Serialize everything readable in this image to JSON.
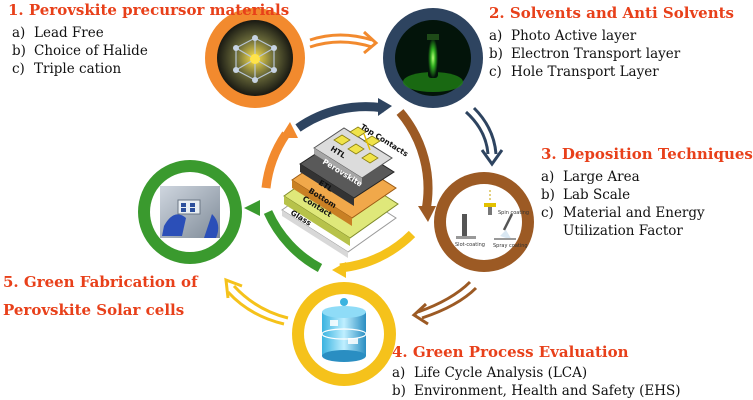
{
  "sections": [
    {
      "title": "1. Perovskite precursor materials",
      "items": [
        {
          "marker": "a)",
          "text": "Lead Free"
        },
        {
          "marker": "b)",
          "text": "Choice of Halide"
        },
        {
          "marker": "c)",
          "text": "Triple cation"
        }
      ]
    },
    {
      "title": "2. Solvents and Anti Solvents",
      "items": [
        {
          "marker": "a)",
          "text": "Photo Active layer"
        },
        {
          "marker": "b)",
          "text": "Electron Transport layer"
        },
        {
          "marker": "c)",
          "text": "Hole Transport Layer"
        }
      ]
    },
    {
      "title": "3. Deposition Techniques",
      "items": [
        {
          "marker": "a)",
          "text": "Large Area"
        },
        {
          "marker": "b)",
          "text": "Lab Scale"
        },
        {
          "marker": "c)",
          "text": "Material and Energy"
        },
        {
          "marker": "",
          "text": "Utilization Factor"
        }
      ]
    },
    {
      "title": "4. Green Process Evaluation",
      "items": [
        {
          "marker": "a)",
          "text": "Life Cycle Analysis (LCA)"
        },
        {
          "marker": "b)",
          "text": "Environment, Health and Safety (EHS)"
        }
      ]
    },
    {
      "title_line1": "5. Green Fabrication of",
      "title_line2": "Perovskite Solar cells"
    }
  ],
  "device_layers": {
    "top": "Top Contacts",
    "htl": "HTL",
    "perovskite": "Perovskite",
    "etl": "ETL",
    "bottom_line1": "Bottom",
    "bottom_line2": "Contact",
    "glass": "Glass"
  },
  "inset_labels": {
    "spin": "Spin coating",
    "slot": "Slot-coating",
    "spray": "Spray coating"
  },
  "colors": {
    "heading": "#e8401a",
    "ring_orange": "#f28a2e",
    "ring_navy": "#2e4460",
    "ring_brown": "#9c5a24",
    "ring_yellow": "#f5c21b",
    "ring_green": "#3a9a2e"
  }
}
